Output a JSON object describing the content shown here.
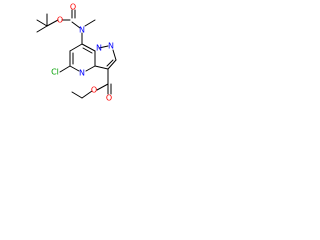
{
  "molecule": {
    "atoms": {
      "o_boc_carbonyl": "O",
      "o_boc_ether": "O",
      "n_amine": "N",
      "n_pyrazole_bridge": "N",
      "n_pyrazole": "N",
      "n_pyrimidine": "N",
      "cl": "Cl",
      "o_ester_carbonyl": "O",
      "o_ester_ether": "O"
    },
    "colors": {
      "carbon_bonds": "#000000",
      "oxygen": "#ff0000",
      "nitrogen": "#0000ff",
      "chlorine": "#00a000"
    }
  }
}
